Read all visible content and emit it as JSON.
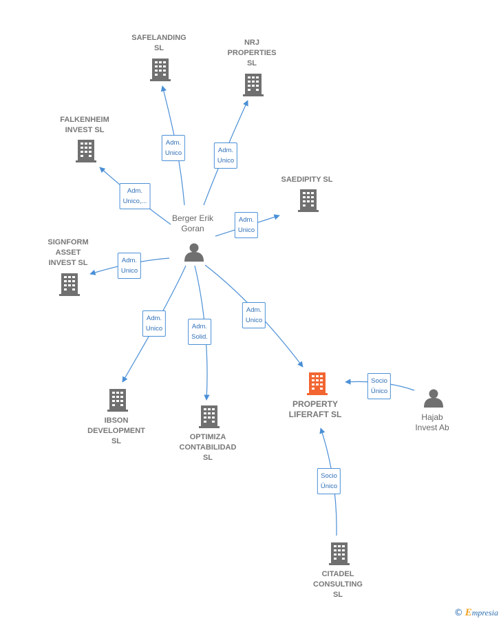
{
  "nodes": {
    "safelanding": {
      "label": "SAFELANDING\nSL"
    },
    "nrj": {
      "label": "NRJ\nPROPERTIES\nSL"
    },
    "falkenheim": {
      "label": "FALKENHEIM\nINVEST  SL"
    },
    "saedipity": {
      "label": "SAEDIPITY  SL"
    },
    "signform": {
      "label": "SIGNFORM\nASSET\nINVEST  SL"
    },
    "berger": {
      "label": "Berger Erik\nGoran"
    },
    "ibson": {
      "label": "IBSON\nDEVELOPMENT\nSL"
    },
    "optimiza": {
      "label": "OPTIMIZA\nCONTABILIDAD\nSL"
    },
    "property": {
      "label": "PROPERTY\nLIFERAFT  SL"
    },
    "hajab": {
      "label": "Hajab\nInvest Ab"
    },
    "citadel": {
      "label": "CITADEL\nCONSULTING\nSL"
    }
  },
  "edges": {
    "to_safelanding": "Adm.\nUnico",
    "to_nrj": "Adm.\nUnico",
    "to_falkenheim": "Adm.\nUnico,...",
    "to_saedipity": "Adm.\nUnico",
    "to_signform": "Adm.\nUnico",
    "to_ibson": "Adm.\nUnico",
    "to_optimiza": "Adm.\nSolid.",
    "to_property": "Adm.\nUnico",
    "hajab_to_property": "Socio\nÚnico",
    "citadel_to_property": "Socio\nÚnico"
  },
  "footer": {
    "copyright": "©",
    "brand_initial": "E",
    "brand_rest": "mpresia"
  },
  "colors": {
    "building": "#707070",
    "focus_building": "#f26531",
    "person": "#707070",
    "edge": "#4a8fd6"
  }
}
